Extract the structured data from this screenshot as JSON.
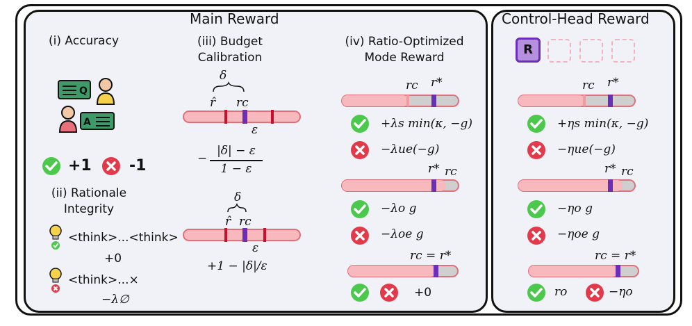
{
  "main": {
    "title": "Main Reward",
    "accuracy": {
      "heading": "(i) Accuracy",
      "q_label": "Q",
      "a_label": "A",
      "plus": "+1",
      "minus": "-1"
    },
    "rationale": {
      "heading_line1": "(ii) Rationale",
      "heading_line2": "Integrity",
      "row1_text": "<think>...<think>",
      "row1_reward": "+0",
      "row2_text": "<think>...×",
      "row2_reward": "−λ∅"
    },
    "budget": {
      "heading_line1": "(iii) Budget",
      "heading_line2": "Calibration",
      "delta": "δ",
      "rhat": "r̂",
      "rc": "rc",
      "eps": "ε",
      "formula1_prefix": "−",
      "formula1_num": "|δ| − ε",
      "formula1_den": "1 − ε",
      "formula2": "+1 − |δ|/ε"
    },
    "ratio": {
      "heading_line1": "(iv) Ratio-Optimized",
      "heading_line2": "Mode Reward",
      "bar1_rc": "rc",
      "bar1_rstar": "r*",
      "case1_pos": "+λs min(κ, −g)",
      "case1_neg": "−λue(−g)",
      "bar2_rstar": "r*",
      "bar2_rc": "rc",
      "case2_pos": "−λo g",
      "case2_neg": "−λoe g",
      "bar3_eq": "rc = r*",
      "case3": "+0"
    }
  },
  "control": {
    "title": "Control-Head Reward",
    "token": "R",
    "bar1_rc": "rc",
    "bar1_rstar": "r*",
    "case1_pos": "+ηs min(κ, −g)",
    "case1_neg": "−ηue(−g)",
    "bar2_rstar": "r*",
    "bar2_rc": "rc",
    "case2_pos": "−ηo g",
    "case2_neg": "−ηoe g",
    "bar3_eq": "rc = r*",
    "case3_pos": "ro",
    "case3_neg": "−ηo"
  },
  "colors": {
    "bar_fill": "#f7b9bd",
    "bar_stroke": "#e0707c",
    "bar_gray": "#cfcfcf",
    "marker_red": "#c8102e",
    "marker_purple": "#6a2eb8",
    "check_green": "#4cc94c",
    "cross_red": "#e23a4a",
    "token_fill": "#b58fe0",
    "token_border": "#6a2eb8"
  }
}
